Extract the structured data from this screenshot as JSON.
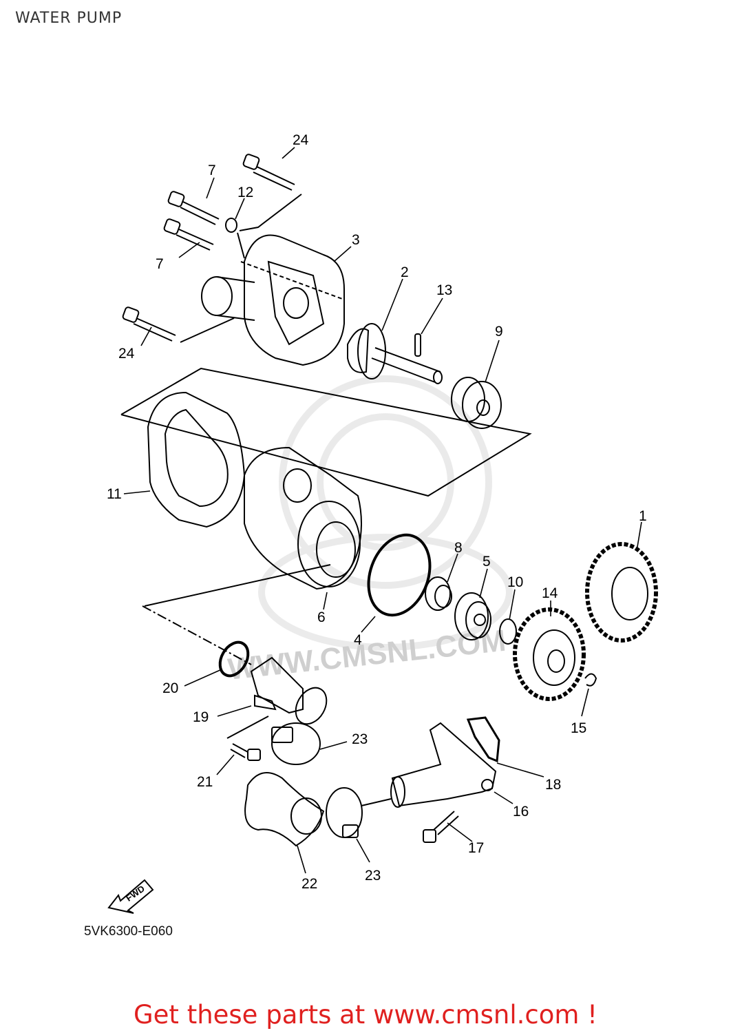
{
  "page": {
    "title": "WATER PUMP",
    "diagram_code": "5VK6300-E060",
    "cta": "Get these parts at www.cmsnl.com !",
    "watermark": "WWW.CMSNL.COM",
    "fwd_label": "FWD"
  },
  "callouts": [
    "24",
    "7",
    "12",
    "7",
    "3",
    "24",
    "2",
    "13",
    "9",
    "11",
    "1",
    "8",
    "5",
    "10",
    "14",
    "6",
    "4",
    "20",
    "15",
    "19",
    "23",
    "21",
    "18",
    "16",
    "17",
    "22",
    "23"
  ]
}
